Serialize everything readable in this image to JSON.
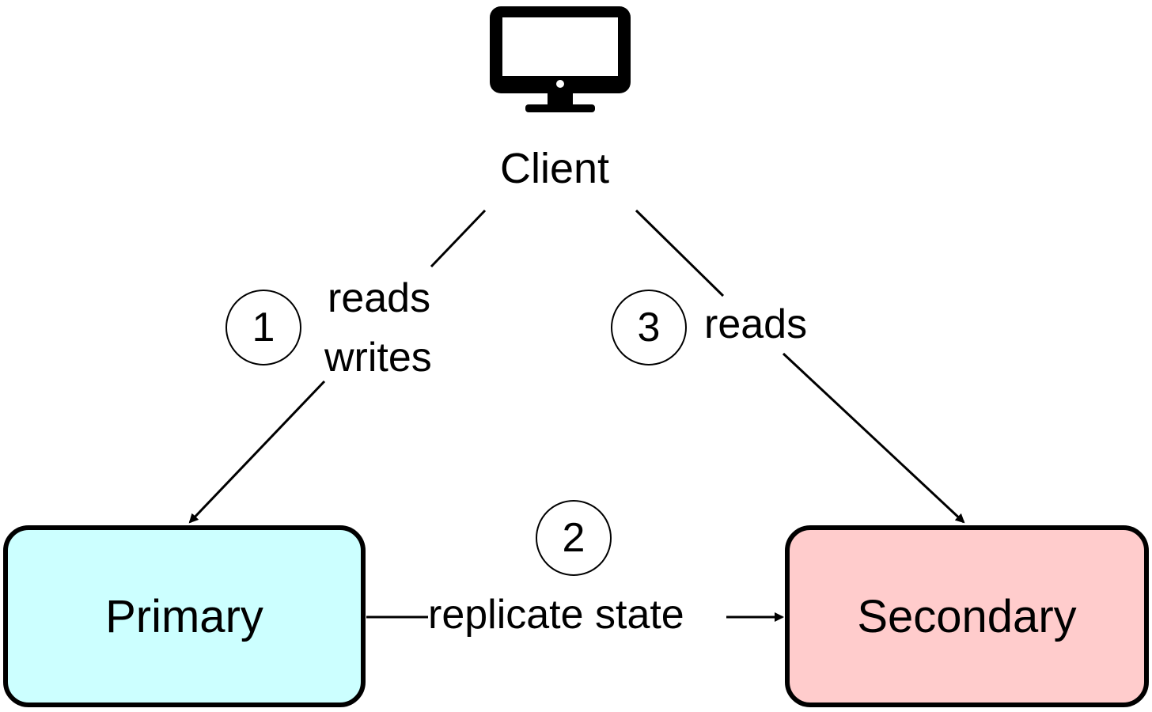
{
  "client": {
    "icon": "monitor-icon",
    "label": "Client"
  },
  "nodes": {
    "primary": {
      "label": "Primary",
      "fill": "#ccffff"
    },
    "secondary": {
      "label": "Secondary",
      "fill": "#ffcccc"
    }
  },
  "steps": {
    "one": {
      "number": "1",
      "label_line1": "reads",
      "label_line2": "writes"
    },
    "two": {
      "number": "2",
      "label": "replicate state"
    },
    "three": {
      "number": "3",
      "label": "reads"
    }
  }
}
